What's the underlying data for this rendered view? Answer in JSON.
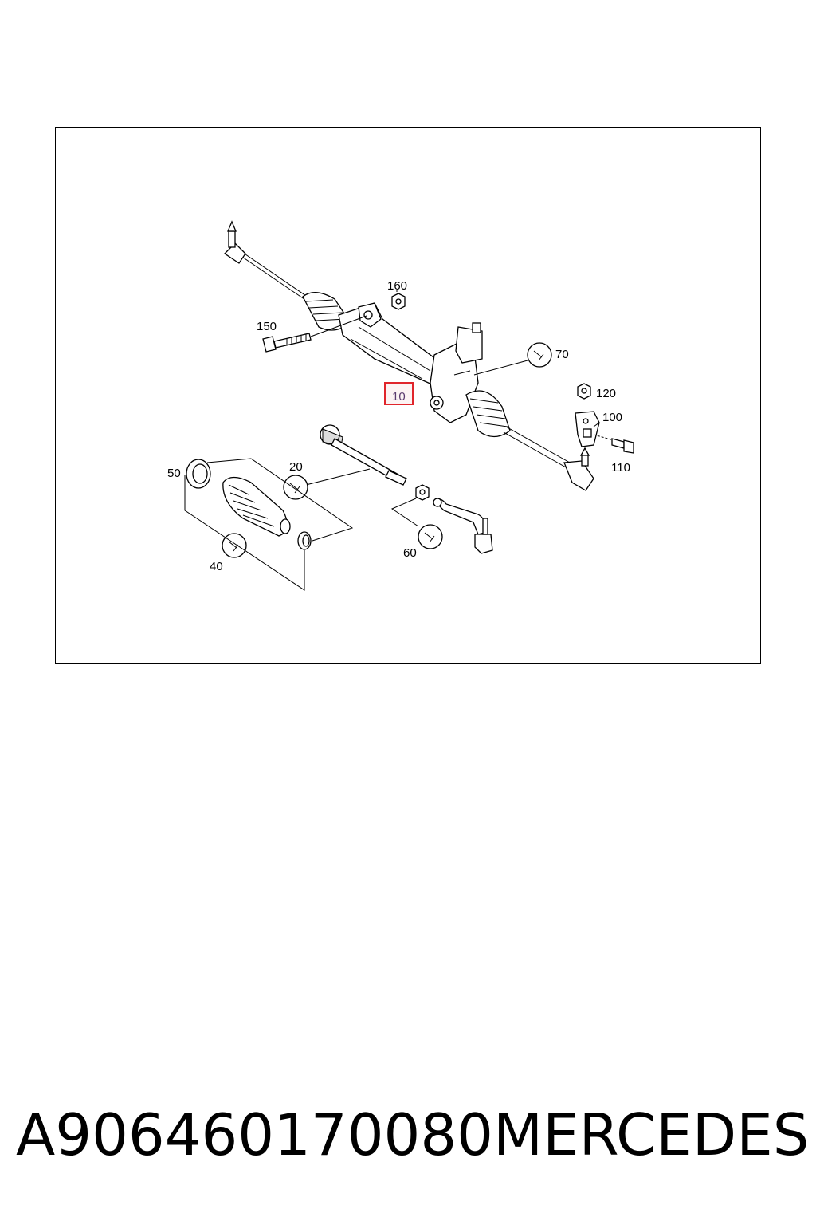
{
  "diagram": {
    "callouts": {
      "c10": "10",
      "c20": "20",
      "c40": "40",
      "c50": "50",
      "c60": "60",
      "c70": "70",
      "c100": "100",
      "c110": "110",
      "c120": "120",
      "c150": "150",
      "c160": "160"
    },
    "highlight_color": "#e0252b",
    "highlighted_part": "10"
  },
  "caption": {
    "part_number": "A906460170080",
    "brand": "MERCEDES"
  }
}
